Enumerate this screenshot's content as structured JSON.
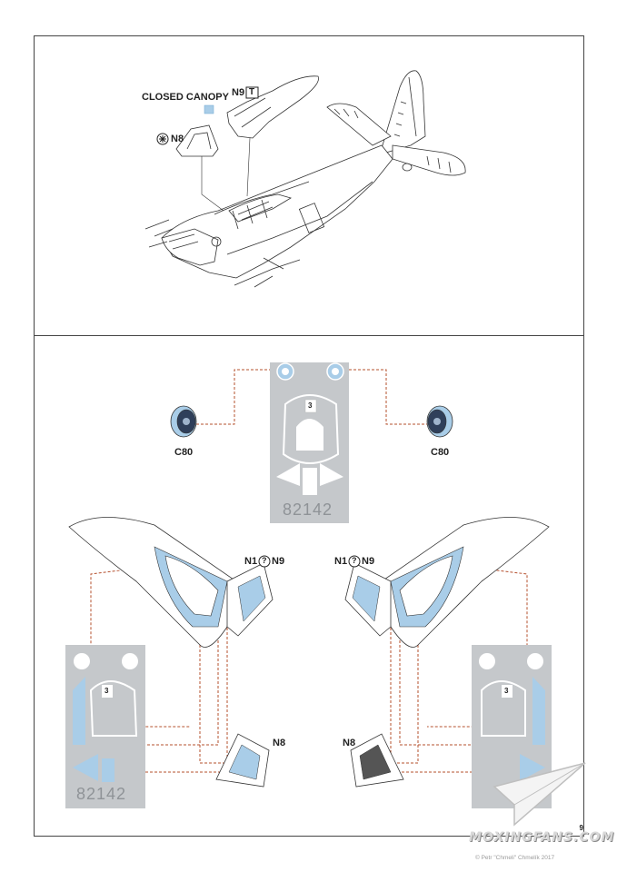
{
  "labels": {
    "closed_canopy": "CLOSED CANOPY",
    "n9_top": "N9",
    "n9_top_box": "T",
    "n8_top": "N8",
    "c80_left": "C80",
    "c80_right": "C80",
    "n1_left": "N1",
    "n1_left_circle": "?",
    "n9_left": "N9",
    "n1_right": "N1",
    "n1_right_circle": "?",
    "n9_right": "N9",
    "n8_left": "N8",
    "n8_right": "N8",
    "fret_number": "82142",
    "fret_badge": "3",
    "page_number": "9"
  },
  "watermark": {
    "site": "MOXINGFANS.COM",
    "credit": "© Petr \"Chmeli\" Chmelík 2017"
  },
  "colors": {
    "mask_blue": "#a9cde8",
    "fret_gray": "#c5c8cb",
    "guide_red": "#b5502e",
    "outline": "#333333"
  },
  "icons": [
    "paint-circle-icon",
    "question-circle-icon",
    "t-box-icon",
    "paper-plane-icon"
  ]
}
